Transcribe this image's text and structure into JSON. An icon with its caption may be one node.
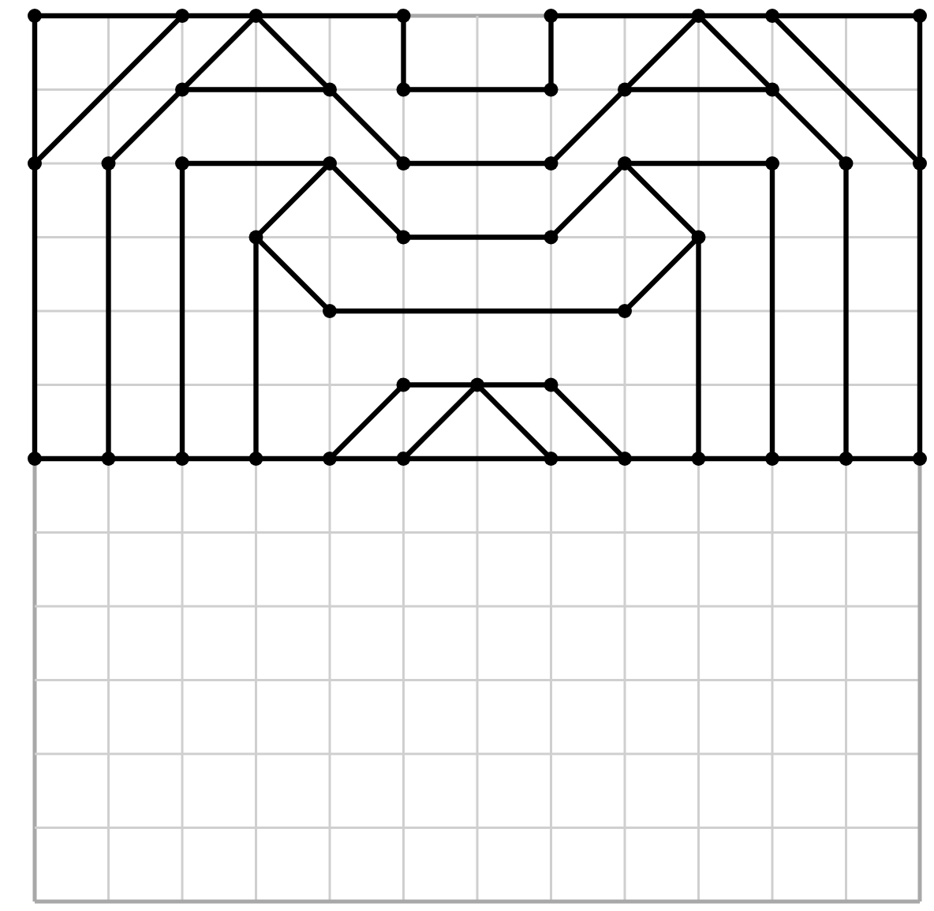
{
  "diagram": {
    "nodes": [
      {
        "text": [],
        "shape": "circle"
      },
      {
        "text": [],
        "shape": "circle"
      },
      {
        "text": [],
        "shape": "circle"
      },
      {
        "text": [],
        "shape": "circle"
      },
      {
        "text": [],
        "shape": "circle"
      },
      {
        "text": [],
        "shape": "circle"
      },
      {
        "text": [],
        "shape": "circle"
      },
      {
        "text": [],
        "shape": "circle"
      },
      {
        "text": [],
        "shape": "circle"
      },
      {
        "text": [],
        "shape": "circle"
      },
      {
        "text": [],
        "shape": "circle"
      },
      {
        "text": [],
        "shape": "circle"
      },
      {
        "text": [],
        "shape": "circle"
      },
      {
        "text": [],
        "shape": "circle"
      },
      {
        "text": [],
        "shape": "circle"
      },
      {
        "text": [],
        "shape": "circle"
      },
      {
        "text": [],
        "shape": "circle"
      },
      {
        "text": [],
        "shape": "circle"
      },
      {
        "text": [],
        "shape": "circle"
      },
      {
        "text": [],
        "shape": "circle"
      },
      {
        "text": [],
        "shape": "circle"
      },
      {
        "text": [],
        "shape": "circle"
      },
      {
        "text": [],
        "shape": "circle"
      },
      {
        "text": [],
        "shape": "circle"
      },
      {
        "text": [],
        "shape": "circle"
      },
      {
        "text": [],
        "shape": "circle"
      },
      {
        "text": [],
        "shape": "circle"
      },
      {
        "text": [],
        "shape": "circle"
      },
      {
        "text": [],
        "shape": "circle"
      },
      {
        "text": [],
        "shape": "circle"
      },
      {
        "text": [],
        "shape": "circle"
      },
      {
        "text": [],
        "shape": "circle"
      },
      {
        "text": [],
        "shape": "circle"
      },
      {
        "text": [],
        "shape": "circle"
      },
      {
        "text": [],
        "shape": "circle"
      },
      {
        "text": [],
        "shape": "circle"
      },
      {
        "text": [],
        "shape": "circle"
      },
      {
        "text": [],
        "shape": "circle"
      },
      {
        "text": [],
        "shape": "circle"
      },
      {
        "text": [],
        "shape": "circle"
      },
      {
        "text": [],
        "shape": "circle"
      },
      {
        "text": [],
        "shape": "circle"
      },
      {
        "text": [],
        "shape": "circle"
      },
      {
        "text": [],
        "shape": "circle"
      },
      {
        "text": [],
        "shape": "circle"
      }
    ],
    "edges": [
      {
        "from": 0,
        "to": 1,
        "arrow": "none"
      },
      {
        "from": 1,
        "to": 2,
        "arrow": "none"
      },
      {
        "from": 2,
        "to": 3,
        "arrow": "none"
      },
      {
        "from": 4,
        "to": 5,
        "arrow": "none"
      },
      {
        "from": 5,
        "to": 6,
        "arrow": "none"
      },
      {
        "from": 6,
        "to": 7,
        "arrow": "none"
      },
      {
        "from": 3,
        "to": 10,
        "arrow": "none"
      },
      {
        "from": 10,
        "to": 11,
        "arrow": "none"
      },
      {
        "from": 11,
        "to": 4,
        "arrow": "none"
      },
      {
        "from": 0,
        "to": 14,
        "arrow": "none"
      },
      {
        "from": 14,
        "to": 1,
        "arrow": "none"
      },
      {
        "from": 15,
        "to": 8,
        "arrow": "none"
      },
      {
        "from": 8,
        "to": 2,
        "arrow": "none"
      },
      {
        "from": 8,
        "to": 9,
        "arrow": "none"
      },
      {
        "from": 2,
        "to": 9,
        "arrow": "none"
      },
      {
        "from": 9,
        "to": 18,
        "arrow": "none"
      },
      {
        "from": 18,
        "to": 19,
        "arrow": "none"
      },
      {
        "from": 19,
        "to": 12,
        "arrow": "none"
      },
      {
        "from": 12,
        "to": 5,
        "arrow": "none"
      },
      {
        "from": 12,
        "to": 13,
        "arrow": "none"
      },
      {
        "from": 5,
        "to": 13,
        "arrow": "none"
      },
      {
        "from": 13,
        "to": 22,
        "arrow": "none"
      },
      {
        "from": 6,
        "to": 23,
        "arrow": "none"
      },
      {
        "from": 7,
        "to": 23,
        "arrow": "none"
      },
      {
        "from": 16,
        "to": 17,
        "arrow": "none"
      },
      {
        "from": 17,
        "to": 24,
        "arrow": "none"
      },
      {
        "from": 17,
        "to": 25,
        "arrow": "none"
      },
      {
        "from": 25,
        "to": 26,
        "arrow": "none"
      },
      {
        "from": 26,
        "to": 20,
        "arrow": "none"
      },
      {
        "from": 20,
        "to": 21,
        "arrow": "none"
      },
      {
        "from": 20,
        "to": 27,
        "arrow": "none"
      },
      {
        "from": 24,
        "to": 28,
        "arrow": "none"
      },
      {
        "from": 28,
        "to": 29,
        "arrow": "none"
      },
      {
        "from": 29,
        "to": 27,
        "arrow": "none"
      },
      {
        "from": 14,
        "to": 33,
        "arrow": "none"
      },
      {
        "from": 15,
        "to": 34,
        "arrow": "none"
      },
      {
        "from": 16,
        "to": 35,
        "arrow": "none"
      },
      {
        "from": 24,
        "to": 36,
        "arrow": "none"
      },
      {
        "from": 27,
        "to": 41,
        "arrow": "none"
      },
      {
        "from": 21,
        "to": 42,
        "arrow": "none"
      },
      {
        "from": 22,
        "to": 43,
        "arrow": "none"
      },
      {
        "from": 23,
        "to": 44,
        "arrow": "none"
      },
      {
        "from": 37,
        "to": 30,
        "arrow": "none"
      },
      {
        "from": 30,
        "to": 31,
        "arrow": "none"
      },
      {
        "from": 31,
        "to": 32,
        "arrow": "none"
      },
      {
        "from": 38,
        "to": 31,
        "arrow": "none"
      },
      {
        "from": 31,
        "to": 39,
        "arrow": "none"
      },
      {
        "from": 32,
        "to": 40,
        "arrow": "none"
      },
      {
        "from": 33,
        "to": 34,
        "arrow": "none"
      },
      {
        "from": 34,
        "to": 35,
        "arrow": "none"
      },
      {
        "from": 35,
        "to": 36,
        "arrow": "none"
      },
      {
        "from": 36,
        "to": 37,
        "arrow": "none"
      },
      {
        "from": 37,
        "to": 38,
        "arrow": "none"
      },
      {
        "from": 38,
        "to": 39,
        "arrow": "none"
      },
      {
        "from": 39,
        "to": 40,
        "arrow": "none"
      },
      {
        "from": 40,
        "to": 41,
        "arrow": "none"
      },
      {
        "from": 41,
        "to": 42,
        "arrow": "none"
      },
      {
        "from": 42,
        "to": 43,
        "arrow": "none"
      },
      {
        "from": 43,
        "to": 44,
        "arrow": "none"
      }
    ]
  }
}
